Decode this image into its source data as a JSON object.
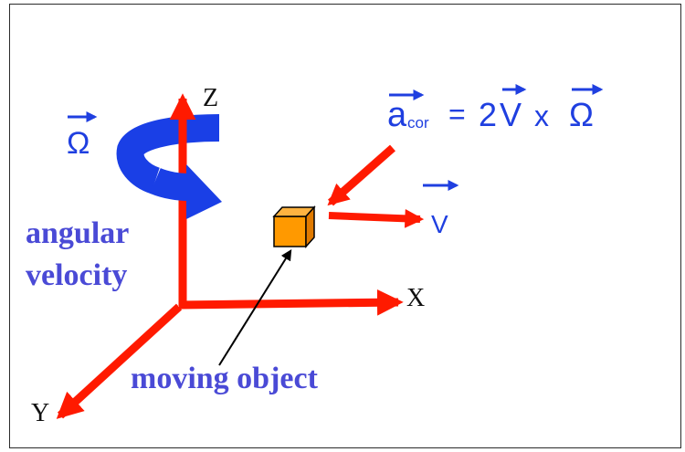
{
  "diagram": {
    "axes": {
      "z": "Z",
      "x": "X",
      "y": "Y"
    },
    "omega_symbol": "Ω",
    "angular_velocity_label": [
      "angular",
      "velocity"
    ],
    "moving_object_label": "moving object",
    "velocity_symbol": "V",
    "formula": {
      "acc": "a",
      "acc_sub": "cor",
      "equals": "=",
      "coef": "2",
      "vel": "V",
      "times": "x",
      "omega": "Ω"
    }
  },
  "colors": {
    "axis_red": "#ff1a00",
    "blue_label": "#4a4ad6",
    "formula_blue": "#1f3fe0",
    "rotation_blue": "#1a3fe6",
    "box_orange": "#ff9900",
    "frame": "#2b2b2b"
  }
}
